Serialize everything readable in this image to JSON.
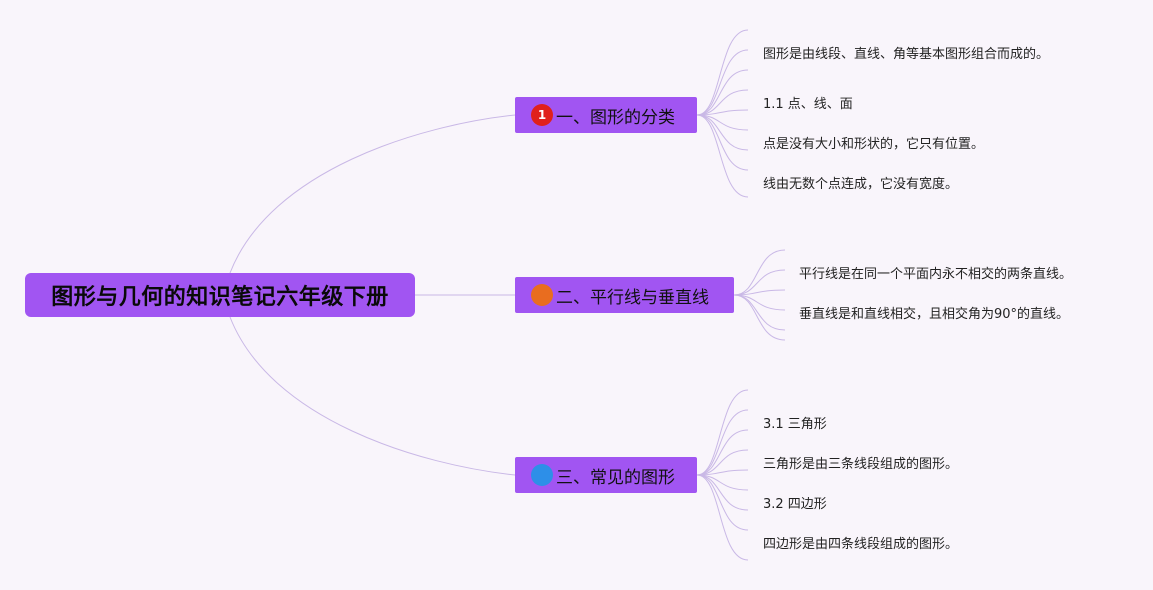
{
  "root": {
    "label": "图形与几何的知识笔记六年级下册"
  },
  "branches": [
    {
      "label": "一、图形的分类",
      "badge": {
        "text": "1",
        "color": "#e0201c"
      },
      "leaves": [
        "图形是由线段、直线、角等基本图形组合而成的。",
        "1.1 点、线、面",
        "点是没有大小和形状的，它只有位置。",
        "线由无数个点连成，它没有宽度。"
      ]
    },
    {
      "label": "二、平行线与垂直线",
      "badge": {
        "text": "",
        "color": "#e96d1f"
      },
      "leaves": [
        "平行线是在同一个平面内永不相交的两条直线。",
        "垂直线是和直线相交，且相交角为90°的直线。"
      ]
    },
    {
      "label": "三、常见的图形",
      "badge": {
        "text": "",
        "color": "#2d8fe8"
      },
      "leaves": [
        "3.1 三角形",
        "三角形是由三条线段组成的图形。",
        "3.2 四边形",
        "四边形是由四条线段组成的图形。"
      ]
    }
  ],
  "colors": {
    "node": "#a155f2",
    "line": "#c9b8e6",
    "background": "#f9f5fb"
  }
}
